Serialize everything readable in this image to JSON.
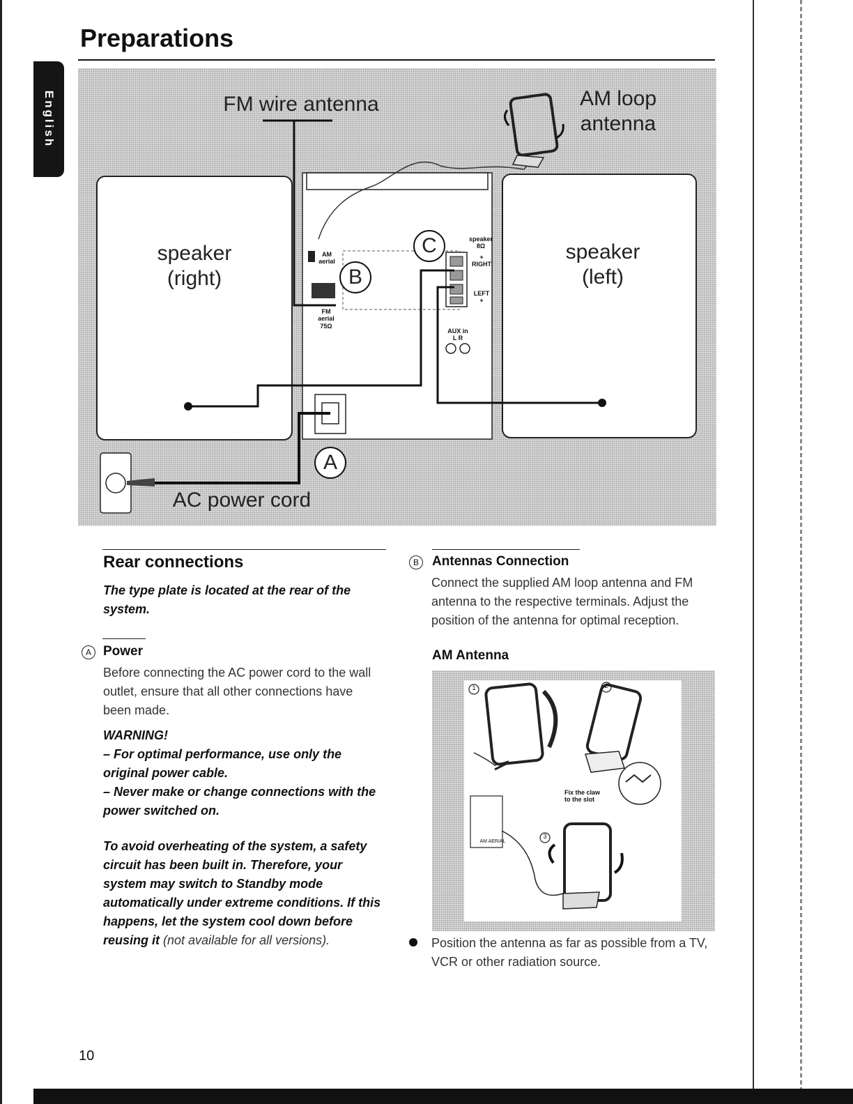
{
  "page": {
    "title": "Preparations",
    "language_tab": "English",
    "page_number": "10"
  },
  "diagram": {
    "fm_label": "FM wire antenna",
    "am_label": "AM loop\nantenna",
    "speaker_right": "speaker\n(right)",
    "speaker_left": "speaker\n(left)",
    "ac_label": "AC power cord",
    "marker_a": "A",
    "marker_b": "B",
    "marker_c": "C",
    "am_aerial": "AM\naerial",
    "fm_aerial": "FM\naerial\n75Ω",
    "speaker_8": "speaker\n8Ω",
    "right_tag": "+\nRIGHT",
    "left_tag": "LEFT\n+",
    "aux_in": "AUX in\nL    R"
  },
  "left_column": {
    "heading": "Rear connections",
    "type_plate": "The type plate is located at the rear of the system.",
    "power_marker": "A",
    "power_heading": "Power",
    "power_text": "Before connecting the AC power cord to the wall outlet, ensure that all other connections have been made.",
    "warning_title": "WARNING!",
    "warning_1": "– For optimal performance, use only the original power cable.",
    "warning_2": "– Never make or change connections with the power switched on.",
    "overheat_bold": "To avoid overheating of the system, a safety circuit has been built in. Therefore, your system may switch to Standby mode automatically under extreme conditions. If this happens, let the system cool down before reusing it",
    "overheat_note": "(not available for all versions)."
  },
  "right_column": {
    "antenna_marker": "B",
    "antenna_heading": "Antennas Connection",
    "antenna_text": "Connect the supplied AM loop antenna and FM antenna to the respective terminals. Adjust the position of the antenna for optimal reception.",
    "am_heading": "AM Antenna",
    "fig_step1": "1",
    "fig_step2": "2",
    "fig_step3": "3",
    "fig_claw": "Fix the claw\nto the slot",
    "fig_am_aerial": "AM AERIAL",
    "bullet_text": "Position the antenna as far as possible from a TV, VCR or other radiation source."
  }
}
